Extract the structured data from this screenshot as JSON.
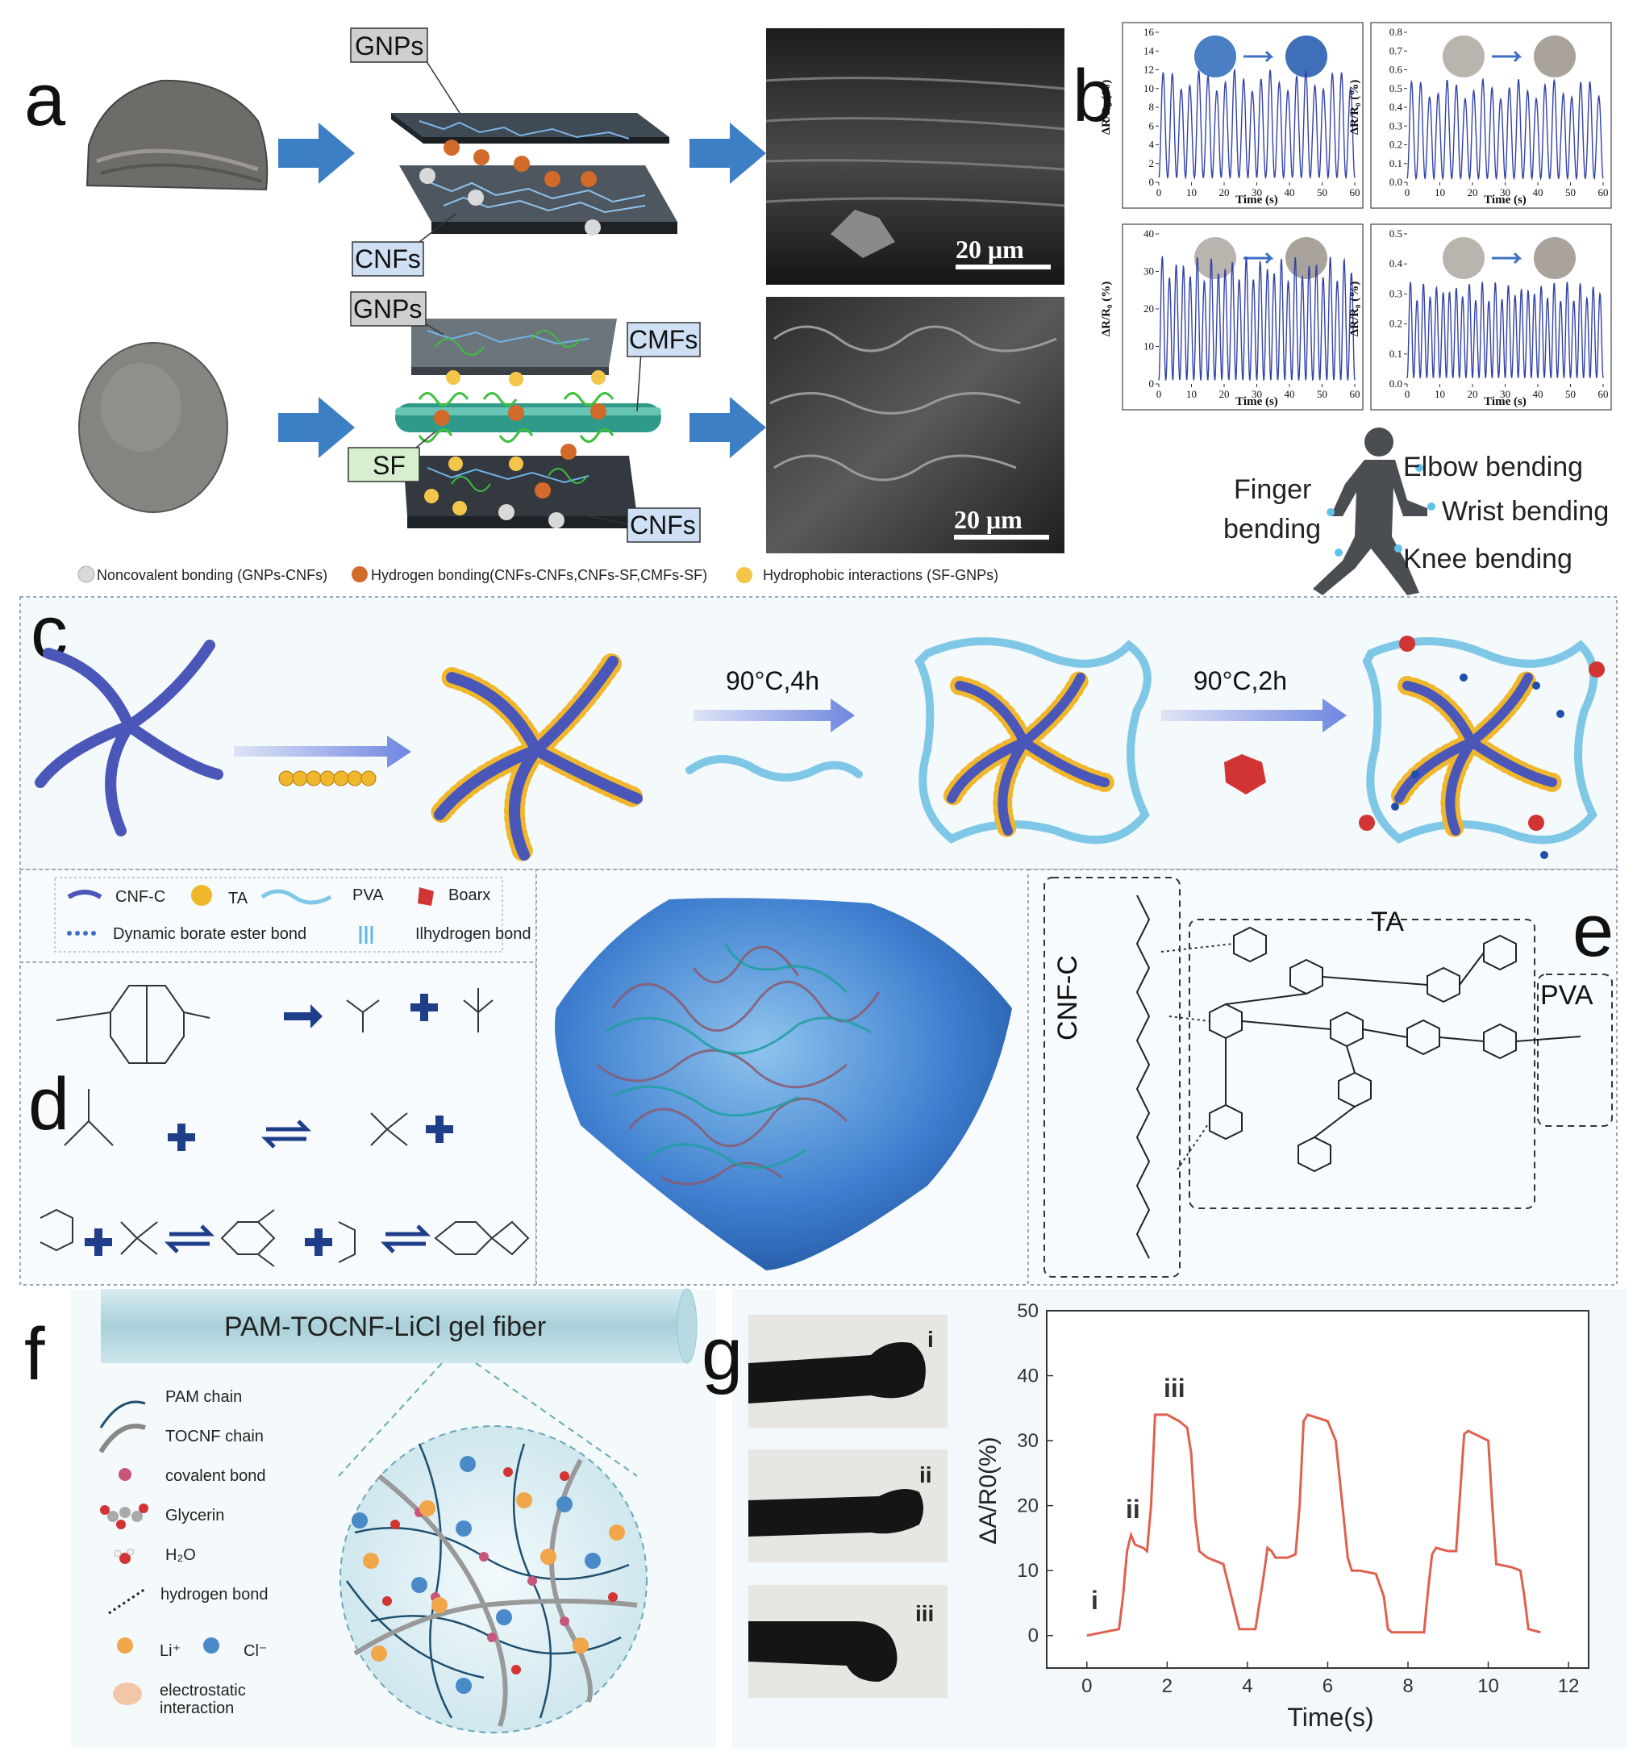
{
  "panels": {
    "a": "a",
    "b": "b",
    "c": "c",
    "d": "d",
    "e": "e",
    "f": "f",
    "g": "g"
  },
  "panel_a": {
    "labels_top": {
      "gnps": "GNPs",
      "cnfs": "CNFs"
    },
    "labels_bottom": {
      "gnps": "GNPs",
      "cmfs": "CMFs",
      "sf": "SF",
      "cnfs": "CNFs"
    },
    "scale_bar_top": "20 μm",
    "scale_bar_bottom": "20 μm",
    "legend": [
      "Noncovalent bonding (GNPs-CNFs)",
      "Hydrogen bonding(CNFs-CNFs,CNFs-SF,CMFs-SF)",
      "Hydrophobic interactions (SF-GNPs)"
    ]
  },
  "panel_b": {
    "xlabel": "Time (s)",
    "ylabel_a": "ΔR/R₀ (%)",
    "ylabel_b": "ΔR/R₀ (%)",
    "body_labels": {
      "elbow": "Elbow bending",
      "finger1": "Finger",
      "finger2": "bending",
      "wrist": "Wrist bending",
      "knee": "Knee bending"
    }
  },
  "panel_c": {
    "step1": "90°C,4h",
    "step2": "90°C,2h"
  },
  "legend_cd": {
    "cnfc": "CNF-C",
    "ta": "TA",
    "pva": "PVA",
    "boarx": "Boarx",
    "borate": "Dynamic borate ester bond",
    "hbond": "Ilhydrogen bond"
  },
  "panel_e": {
    "cnfc": "CNF-C",
    "ta": "TA",
    "pva": "PVA"
  },
  "panel_f": {
    "fiber_title": "PAM-TOCNF-LiCl gel fiber",
    "legend": [
      "PAM chain",
      "TOCNF chain",
      "covalent bond",
      "Glycerin",
      "H₂O",
      "hydrogen bond",
      "Li⁺",
      "Cl⁻",
      "electrostatic",
      "interaction"
    ]
  },
  "panel_g": {
    "photo_labels": [
      "i",
      "ii",
      "iii"
    ],
    "peak_labels": [
      "i",
      "ii",
      "iii"
    ],
    "ylabel": "ΔA/R0(%)",
    "xlabel": "Time(s)"
  },
  "chart_data": [
    {
      "type": "line",
      "title": "",
      "xlabel": "Time (s)",
      "ylabel": "ΔR/R₀ (%)",
      "xlim": [
        0,
        60
      ],
      "ylim": [
        0,
        16
      ],
      "x_ticks": [
        0,
        10,
        20,
        30,
        40,
        50,
        60
      ],
      "y_ticks": [
        0,
        2,
        4,
        6,
        8,
        10,
        12,
        14,
        16
      ],
      "series": [
        {
          "cycles": 22,
          "min": 0.5,
          "max": 12
        }
      ]
    },
    {
      "type": "line",
      "title": "",
      "xlabel": "Time (s)",
      "ylabel": "ΔR/R₀ (%)",
      "xlim": [
        0,
        60
      ],
      "ylim": [
        0,
        0.8
      ],
      "x_ticks": [
        0,
        10,
        20,
        30,
        40,
        50,
        60
      ],
      "y_ticks": [
        0.0,
        0.1,
        0.2,
        0.3,
        0.4,
        0.5,
        0.6,
        0.7,
        0.8
      ],
      "series": [
        {
          "cycles": 22,
          "min": 0.02,
          "max": 0.55
        }
      ]
    },
    {
      "type": "line",
      "title": "",
      "xlabel": "Time (s)",
      "ylabel": "ΔR/R₀ (%)",
      "xlim": [
        0,
        60
      ],
      "ylim": [
        0,
        40
      ],
      "x_ticks": [
        0,
        10,
        20,
        30,
        40,
        50,
        60
      ],
      "y_ticks": [
        0,
        10,
        20,
        30,
        40
      ],
      "series": [
        {
          "cycles": 28,
          "min": 1,
          "max": 34
        }
      ]
    },
    {
      "type": "line",
      "title": "",
      "xlabel": "Time (s)",
      "ylabel": "ΔR/R₀ (%)",
      "xlim": [
        0,
        60
      ],
      "ylim": [
        0,
        0.5
      ],
      "x_ticks": [
        0,
        10,
        20,
        30,
        40,
        50,
        60
      ],
      "y_ticks": [
        0.0,
        0.1,
        0.2,
        0.3,
        0.4,
        0.5
      ],
      "series": [
        {
          "cycles": 30,
          "min": 0.02,
          "max": 0.34
        }
      ]
    },
    {
      "type": "line",
      "title": "",
      "xlabel": "Time(s)",
      "ylabel": "ΔA/R0(%)",
      "xlim": [
        -1,
        12.5
      ],
      "ylim": [
        -5,
        50
      ],
      "x_ticks": [
        0,
        2,
        4,
        6,
        8,
        10,
        12
      ],
      "y_ticks": [
        0,
        10,
        20,
        30,
        40,
        50
      ],
      "series": [
        {
          "x": [
            0,
            0.4,
            0.8,
            0.9,
            1.0,
            1.1,
            1.2,
            1.4,
            1.5,
            1.6,
            1.7,
            2.0,
            2.3,
            2.5,
            2.6,
            2.7,
            2.8,
            3.0,
            3.2,
            3.4,
            3.6,
            3.8,
            4.0,
            4.2,
            4.4,
            4.5,
            4.6,
            4.7,
            5.0,
            5.2,
            5.3,
            5.4,
            5.5,
            6.0,
            6.2,
            6.4,
            6.5,
            6.6,
            6.8,
            7.2,
            7.4,
            7.5,
            7.6,
            8.0,
            8.4,
            8.5,
            8.6,
            8.7,
            9.0,
            9.2,
            9.3,
            9.4,
            9.5,
            10.0,
            10.1,
            10.2,
            10.6,
            10.8,
            10.9,
            11.0,
            11.3
          ],
          "y": [
            0,
            0.5,
            1,
            6,
            13,
            15.5,
            14,
            13.5,
            13,
            20,
            34,
            34,
            33,
            32,
            28,
            18,
            13,
            12,
            11.5,
            11,
            6,
            1,
            1,
            1,
            9,
            13.5,
            13,
            12,
            12,
            12.5,
            20,
            33,
            34,
            33,
            30,
            18,
            12,
            10,
            10,
            9.5,
            6,
            1,
            0.5,
            0.5,
            0.5,
            7,
            12.5,
            13.5,
            13,
            13,
            22,
            31,
            31.5,
            30,
            20,
            11,
            10.5,
            10,
            6,
            1,
            0.5
          ]
        }
      ]
    }
  ]
}
